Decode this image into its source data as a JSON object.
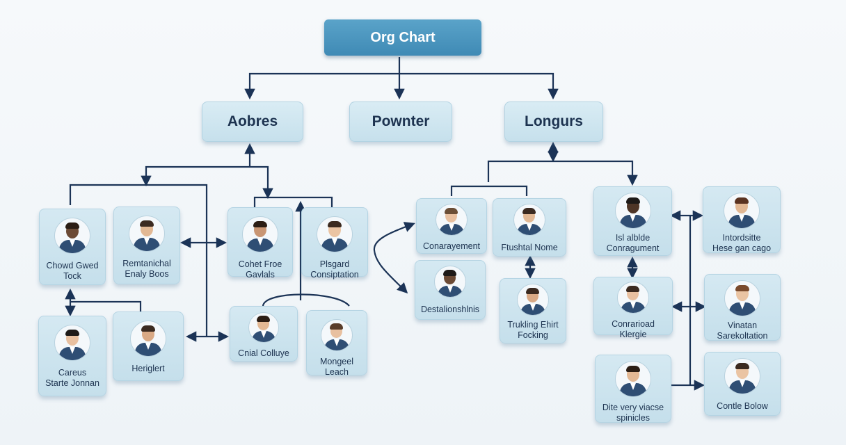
{
  "title": "Org Chart",
  "departments": [
    {
      "label": "Aobres"
    },
    {
      "label": "Pownter"
    },
    {
      "label": "Longurs"
    }
  ],
  "people": [
    {
      "name": "Chowd Gwed\nTock",
      "skin": "#6b4a35",
      "hair": "#2b1d14"
    },
    {
      "name": "Remtanichal\nEnaly Boos",
      "skin": "#e2b894",
      "hair": "#3b2a20"
    },
    {
      "name": "Cohet Froe\nGavlals",
      "skin": "#c99674",
      "hair": "#2b1d14"
    },
    {
      "name": "Plsgard\nConsiptation",
      "skin": "#eac4a3",
      "hair": "#3b2a20"
    },
    {
      "name": "Careus\nStarte Jonnan",
      "skin": "#e8c0a0",
      "hair": "#1e1a18"
    },
    {
      "name": "Heriglert",
      "skin": "#d9a985",
      "hair": "#3b2a20"
    },
    {
      "name": "Cnial Colluye",
      "skin": "#e2b894",
      "hair": "#2b1d14"
    },
    {
      "name": "Mongeel\nLeach",
      "skin": "#e8c0a0",
      "hair": "#5a3d2a"
    },
    {
      "name": "Conarayement",
      "skin": "#e8c0a0",
      "hair": "#6b4e36"
    },
    {
      "name": "Ftushtal Nome",
      "skin": "#e2b894",
      "hair": "#3b2a20"
    },
    {
      "name": "Destalionshlnis",
      "skin": "#6b4a35",
      "hair": "#1e1a18"
    },
    {
      "name": "Trukling Ehirt\nFocking",
      "skin": "#d9a985",
      "hair": "#3b2a20"
    },
    {
      "name": "Isl alblde\nConragument",
      "skin": "#4e3526",
      "hair": "#1e1a18"
    },
    {
      "name": "Intordsitte\nHese gan cago",
      "skin": "#e2b894",
      "hair": "#5a3321"
    },
    {
      "name": "Conrarioad Klergie",
      "skin": "#e8c0a0",
      "hair": "#3b2a20"
    },
    {
      "name": "Vinatan\nSarekoltation",
      "skin": "#eac4a3",
      "hair": "#7a4a2c"
    },
    {
      "name": "Dite very viacse\nspinicles",
      "skin": "#e2b894",
      "hair": "#2b1d14"
    },
    {
      "name": "Contle Bolow",
      "skin": "#eac4a3",
      "hair": "#3b2a20"
    }
  ],
  "colors": {
    "connector": "#1b3356",
    "title_bg": "#4a95bf",
    "card_bg": "#cfe5ef"
  }
}
